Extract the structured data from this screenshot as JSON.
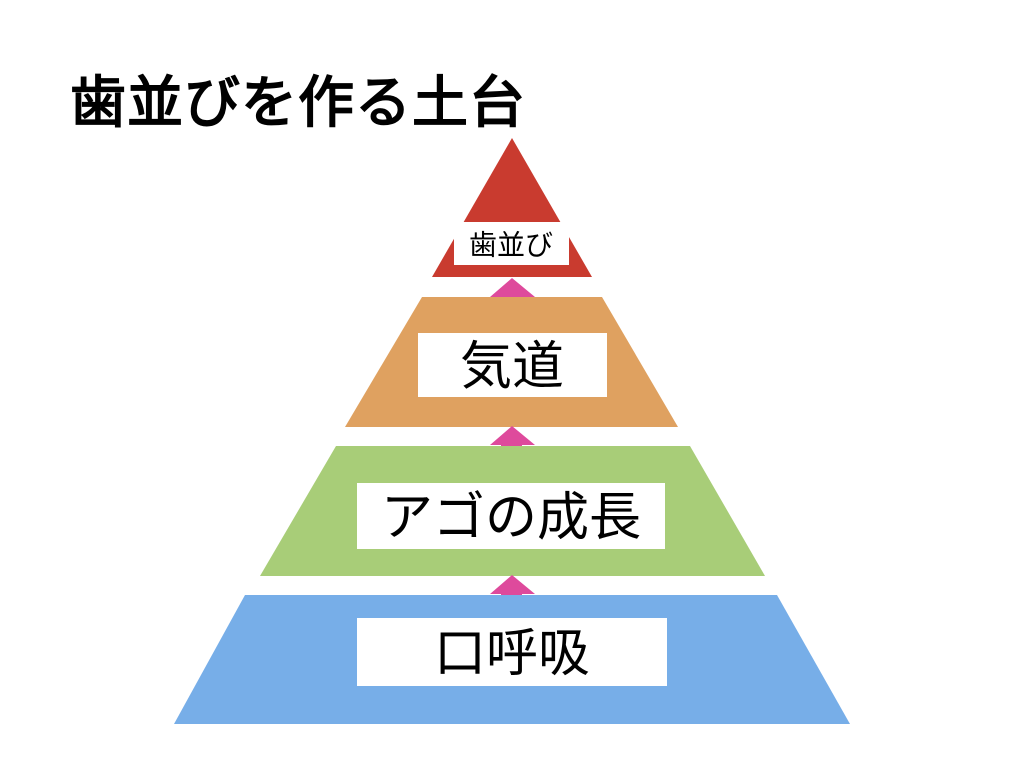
{
  "title": "歯並びを作る土台",
  "layers": [
    {
      "label": "歯並び",
      "color": "#c93b2f"
    },
    {
      "label": "気道",
      "color": "#dfa160"
    },
    {
      "label": "アゴの成長",
      "color": "#a8cd78"
    },
    {
      "label": "口呼吸",
      "color": "#77aee8"
    }
  ],
  "arrow_color": "#de4a9c"
}
